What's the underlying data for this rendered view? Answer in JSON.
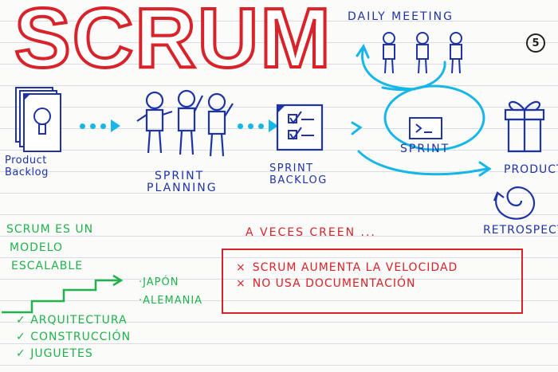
{
  "title": "SCRUM",
  "page_number": "5",
  "flow": {
    "product_backlog": [
      "Product",
      "Backlog"
    ],
    "sprint_planning": [
      "SPRINT",
      "PLANNING"
    ],
    "sprint_backlog": [
      "SPRINT",
      "BACKLOG"
    ],
    "daily_meeting": "DAILY MEETING",
    "sprint": "SPRINT",
    "product": "PRODUCT",
    "retrospective": "RETROSPECTIVE"
  },
  "scaling": {
    "heading": [
      "SCRUM ES UN",
      "MODELO",
      "ESCALABLE"
    ],
    "countries": [
      "JAPÓN",
      "ALEMANIA"
    ],
    "examples": [
      "ARQUITECTURA",
      "CONSTRUCCIÓN",
      "JUGUETES"
    ]
  },
  "misconceptions": {
    "heading": "A VECES CREEN ...",
    "items": [
      "SCRUM AUMENTA LA VELOCIDAD",
      "NO USA DOCUMENTACIÓN"
    ]
  },
  "colors": {
    "blue": "#1f33a8",
    "cyan": "#16b7e8",
    "red": "#d8232a",
    "green": "#22b24c"
  }
}
